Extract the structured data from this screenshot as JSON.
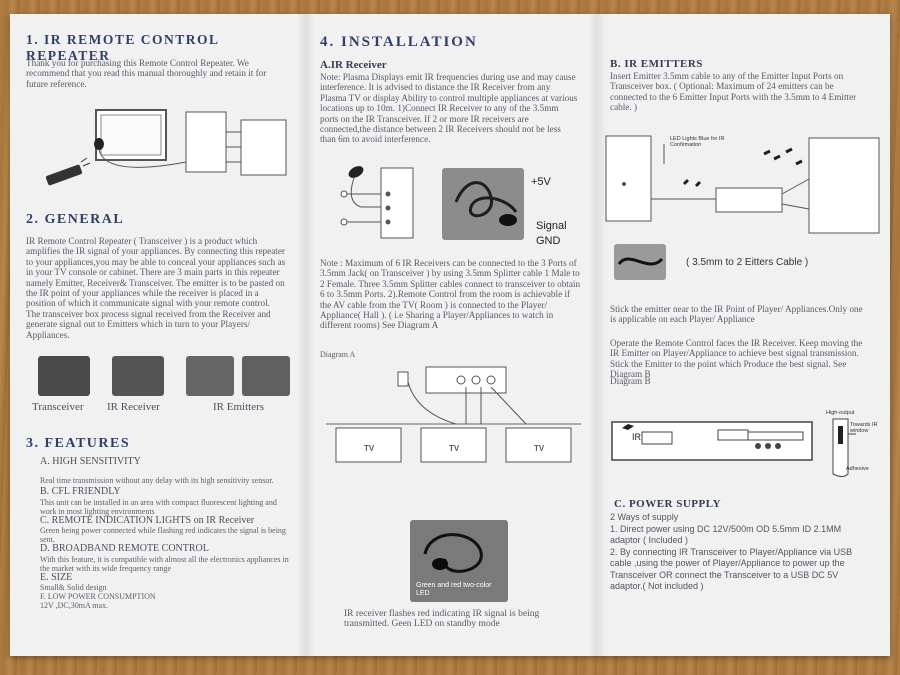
{
  "left": {
    "s1_title": "1. IR REMOTE CONTROL REPEATER",
    "s1_text": "Thank you for purchasing this Remote Control Repeater. We recommend that you read this manual thoroughly and retain it for future reference.",
    "s2_title": "2. GENERAL",
    "s2_text": "IR Remote Control Repeater ( Transceiver ) is a product which amplifies the IR signal of your appliances. By connecting this repeater to your appliances,you may be able to conceal your appliances such as in your TV console or cabinet. There are 3 main parts in this repeater namely Emitter, Receiver& Transceiver. The emitter is to be pasted on the IR point of your appliances while the receiver is placed in a position of which it communicate signal with your remote control. The transceiver box process signal received from the Receiver and generate signal out to Emitters which in turn to your Players/ Appliances.",
    "photo_labels": [
      "Transceiver",
      "IR Receiver",
      "IR Emitters"
    ],
    "s3_title": "3. FEATURES",
    "features": [
      {
        "head": "A.   HIGH SENSITIVITY",
        "text": "Real time transmission without any delay with its high sensitivity sensor."
      },
      {
        "head": "B.   CFL FRIENDLY",
        "text": "This unit can be installed in an area with compact fluorescent lighting and work in most lighting environments"
      },
      {
        "head": "C.   REMOTE INDICATION LIGHTS on IR Receiver",
        "text": "Green being power connected while flashing red indicates the signal is being sent."
      },
      {
        "head": "D.   BROADBAND REMOTE CONTROL",
        "text": "With this feature, it is compatible with almost all the electronics appliances in the market with its wide frequency range"
      },
      {
        "head": "E.   SIZE",
        "text": "Small& Solid design"
      },
      {
        "head": "F.   LOW POWER CONSUMPTION",
        "text": "12V ,DC,30mA max."
      }
    ]
  },
  "middle": {
    "s4_title": "4. INSTALLATION",
    "a_title": "A.IR Receiver",
    "a_text": "Note:  Plasma Displays emit IR frequencies during use and may cause interference. It  is advised to distance the IR Receiver from any Plasma TV or display Ability to control multiple appliances at various locations up to 10m. 1)Connect IR Receiver to any of the 3.5mm ports on the IR Transceiver. If 2 or more IR receivers are connected,the distance between 2 IR Receivers should not be less than 6m to avoid interference.",
    "label_5v": "+5V",
    "label_signal": "Signal",
    "label_gnd": "GND",
    "note_text": "Note : Maximum of 6 IR Receivers can be connected to the 3 Ports of 3.5mm Jack( on Transceiver ) by using 3.5mm Splitter cable 1 Male to 2 Female. Three 3.5mm Splitter cables connect to transceiver to obtain 6 to 3.5mm Ports. 2).Remote Control from the room is achievable if the AV cable from the TV( Room ) is connected to the Player/ Appliance( Hall ). ( i.e Sharing a Player/Appliances to watch in different rooms) See Diagram A",
    "diagram_a": "Diagram A",
    "tv_labels": [
      "TV",
      "TV",
      "TV"
    ],
    "photo_caption": "Green and red two-color LED",
    "bottom_text": "IR receiver flashes red indicating IR signal is being transmitted. Geen LED on standby mode"
  },
  "right": {
    "b_title": "B. IR EMITTERS",
    "b_text": "Insert Emitter 3.5mm cable to any of the Emitter Input Ports on Transceiver box. ( Optional: Maximum of 24 emitters can be connected to the 6 Emitter Input Ports with the 3.5mm to 4 Emitter cable. )",
    "led_label": "LED Lights Blue for IR Confirmation",
    "cable_caption": "( 3.5mm to 2 Eitters Cable )",
    "stick_text": "Stick the emitter near to the IR Point of Player/ Appliances.Only one is applicable on each Player/ Appliance",
    "operate_text": "Operate the Remote Control faces the IR Receiver. Keep moving the IR Emitter on Player/Appliance to achieve best signal transmission. Stick the Emitter to the point which Produce the best signal.  See Diagram B",
    "diagram_b": "Diagram B",
    "high_output": "High-output",
    "towards": "Towards IR window",
    "adhesive": "Adhesive",
    "ir_label": "IR",
    "c_title": "C. POWER SUPPLY",
    "c_lines": [
      "2 Ways of supply",
      "1. Direct power using DC 12V/500m OD  5.5mm  ID 2.1MM adaptor ( Included )",
      "2. By connecting IR Transceiver to Player/Appliance via USB cable ,using the power of Player/Appliance to power up the Transceiver OR connect the Transceiver to a USB DC 5V adaptor.( Not included )"
    ]
  },
  "colors": {
    "heading": "#2f3f66",
    "paper": "#f1f1f1",
    "wood": "#a9783f"
  }
}
